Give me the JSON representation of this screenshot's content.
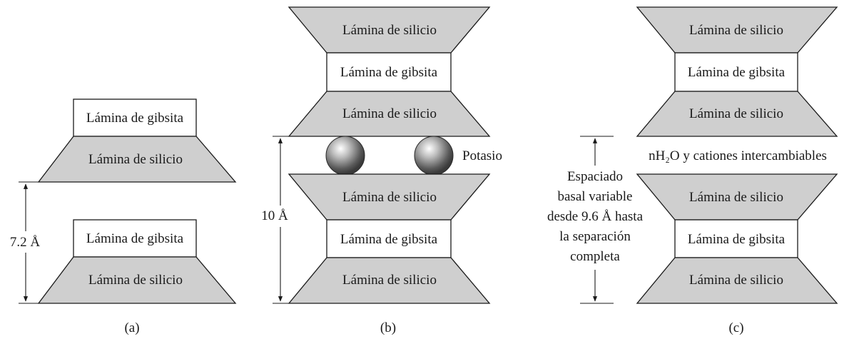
{
  "labels": {
    "silicon_sheet": "Lámina de silicio",
    "gibbsite_sheet": "Lámina de gibsita",
    "potassium": "Potasio",
    "water_cations": "nH₂O y cationes intercambiables"
  },
  "panel_a": {
    "caption": "(a)",
    "spacing": "7.2 Å"
  },
  "panel_b": {
    "caption": "(b)",
    "spacing": "10 Å"
  },
  "panel_c": {
    "caption": "(c)",
    "spacing_lines": [
      "Espaciado",
      "basal variable",
      "desde 9.6 Å hasta",
      "la separación",
      "completa"
    ]
  }
}
